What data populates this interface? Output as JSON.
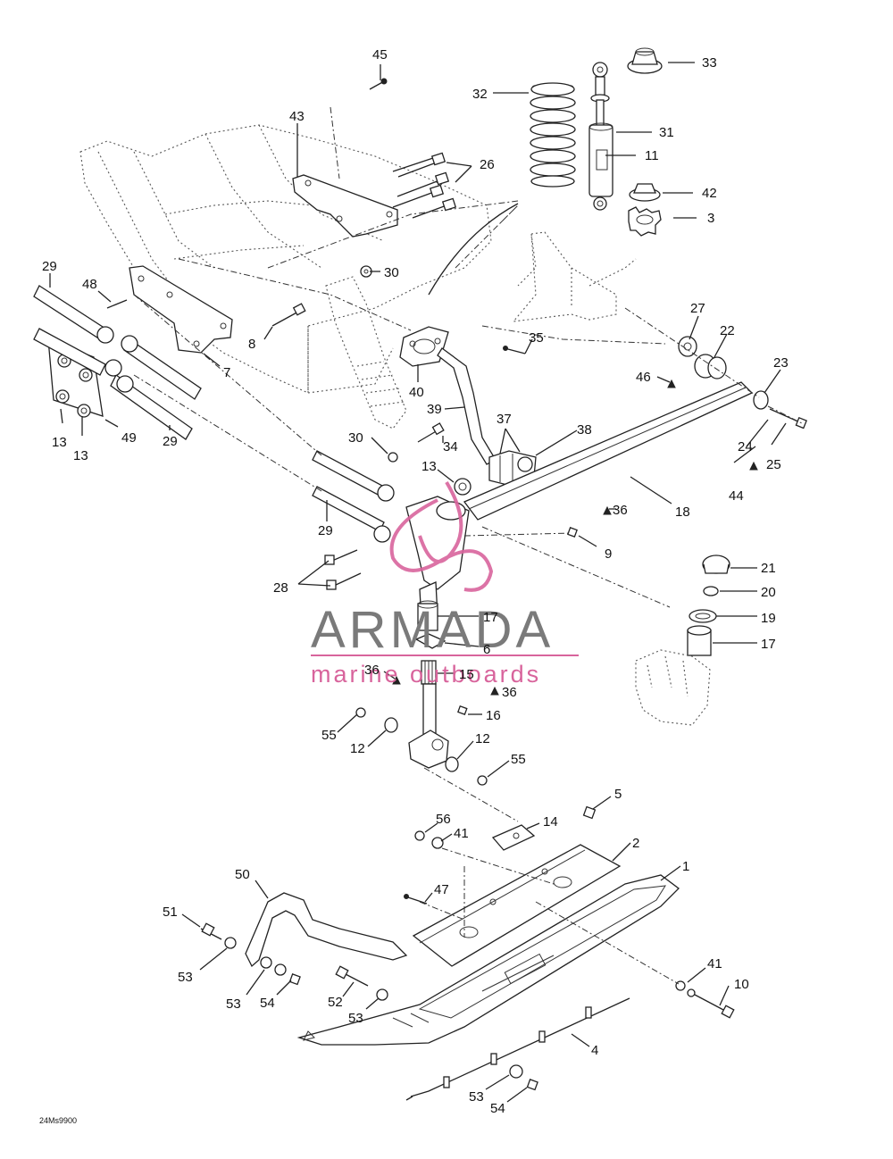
{
  "diagram": {
    "reference_code": "24Ms9900",
    "watermark": {
      "title": "ARMADA",
      "subtitle": "marine outboards",
      "color": "#d8649c",
      "gray": "#7a7a7a"
    },
    "labels": [
      {
        "id": "l45",
        "text": "45"
      },
      {
        "id": "l33",
        "text": "33"
      },
      {
        "id": "l32",
        "text": "32"
      },
      {
        "id": "l43",
        "text": "43"
      },
      {
        "id": "l26",
        "text": "26"
      },
      {
        "id": "l31",
        "text": "31"
      },
      {
        "id": "l11",
        "text": "11"
      },
      {
        "id": "l42",
        "text": "42"
      },
      {
        "id": "l3",
        "text": "3"
      },
      {
        "id": "l29a",
        "text": "29"
      },
      {
        "id": "l48",
        "text": "48"
      },
      {
        "id": "l30a",
        "text": "30"
      },
      {
        "id": "l8",
        "text": "8"
      },
      {
        "id": "l7",
        "text": "7"
      },
      {
        "id": "l35",
        "text": "35"
      },
      {
        "id": "l27",
        "text": "27"
      },
      {
        "id": "l22",
        "text": "22"
      },
      {
        "id": "l23",
        "text": "23"
      },
      {
        "id": "l40",
        "text": "40"
      },
      {
        "id": "l46",
        "text": "46"
      },
      {
        "id": "l39",
        "text": "39"
      },
      {
        "id": "l13a",
        "text": "13"
      },
      {
        "id": "l49",
        "text": "49"
      },
      {
        "id": "l29b",
        "text": "29"
      },
      {
        "id": "l13b",
        "text": "13"
      },
      {
        "id": "l30b",
        "text": "30"
      },
      {
        "id": "l34",
        "text": "34"
      },
      {
        "id": "l37",
        "text": "37"
      },
      {
        "id": "l38",
        "text": "38"
      },
      {
        "id": "l24",
        "text": "24"
      },
      {
        "id": "l25",
        "text": "25"
      },
      {
        "id": "l13c",
        "text": "13"
      },
      {
        "id": "l44",
        "text": "44"
      },
      {
        "id": "l18",
        "text": "18"
      },
      {
        "id": "l29c",
        "text": "29"
      },
      {
        "id": "l36a",
        "text": "36"
      },
      {
        "id": "l9",
        "text": "9"
      },
      {
        "id": "l21",
        "text": "21"
      },
      {
        "id": "l28",
        "text": "28"
      },
      {
        "id": "l20",
        "text": "20"
      },
      {
        "id": "l17a",
        "text": "17"
      },
      {
        "id": "l19",
        "text": "19"
      },
      {
        "id": "l6",
        "text": "6"
      },
      {
        "id": "l17b",
        "text": "17"
      },
      {
        "id": "l15",
        "text": "15"
      },
      {
        "id": "l36b",
        "text": "36"
      },
      {
        "id": "l36c",
        "text": "36"
      },
      {
        "id": "l16",
        "text": "16"
      },
      {
        "id": "l55a",
        "text": "55"
      },
      {
        "id": "l12a",
        "text": "12"
      },
      {
        "id": "l12b",
        "text": "12"
      },
      {
        "id": "l55b",
        "text": "55"
      },
      {
        "id": "l5",
        "text": "5"
      },
      {
        "id": "l14",
        "text": "14"
      },
      {
        "id": "l56",
        "text": "56"
      },
      {
        "id": "l41a",
        "text": "41"
      },
      {
        "id": "l2",
        "text": "2"
      },
      {
        "id": "l1",
        "text": "1"
      },
      {
        "id": "l50",
        "text": "50"
      },
      {
        "id": "l47",
        "text": "47"
      },
      {
        "id": "l51",
        "text": "51"
      },
      {
        "id": "l53a",
        "text": "53"
      },
      {
        "id": "l41b",
        "text": "41"
      },
      {
        "id": "l10",
        "text": "10"
      },
      {
        "id": "l52",
        "text": "52"
      },
      {
        "id": "l53b",
        "text": "53"
      },
      {
        "id": "l54a",
        "text": "54"
      },
      {
        "id": "l53c",
        "text": "53"
      },
      {
        "id": "l4",
        "text": "4"
      },
      {
        "id": "l53d",
        "text": "53"
      },
      {
        "id": "l54b",
        "text": "54"
      }
    ]
  }
}
